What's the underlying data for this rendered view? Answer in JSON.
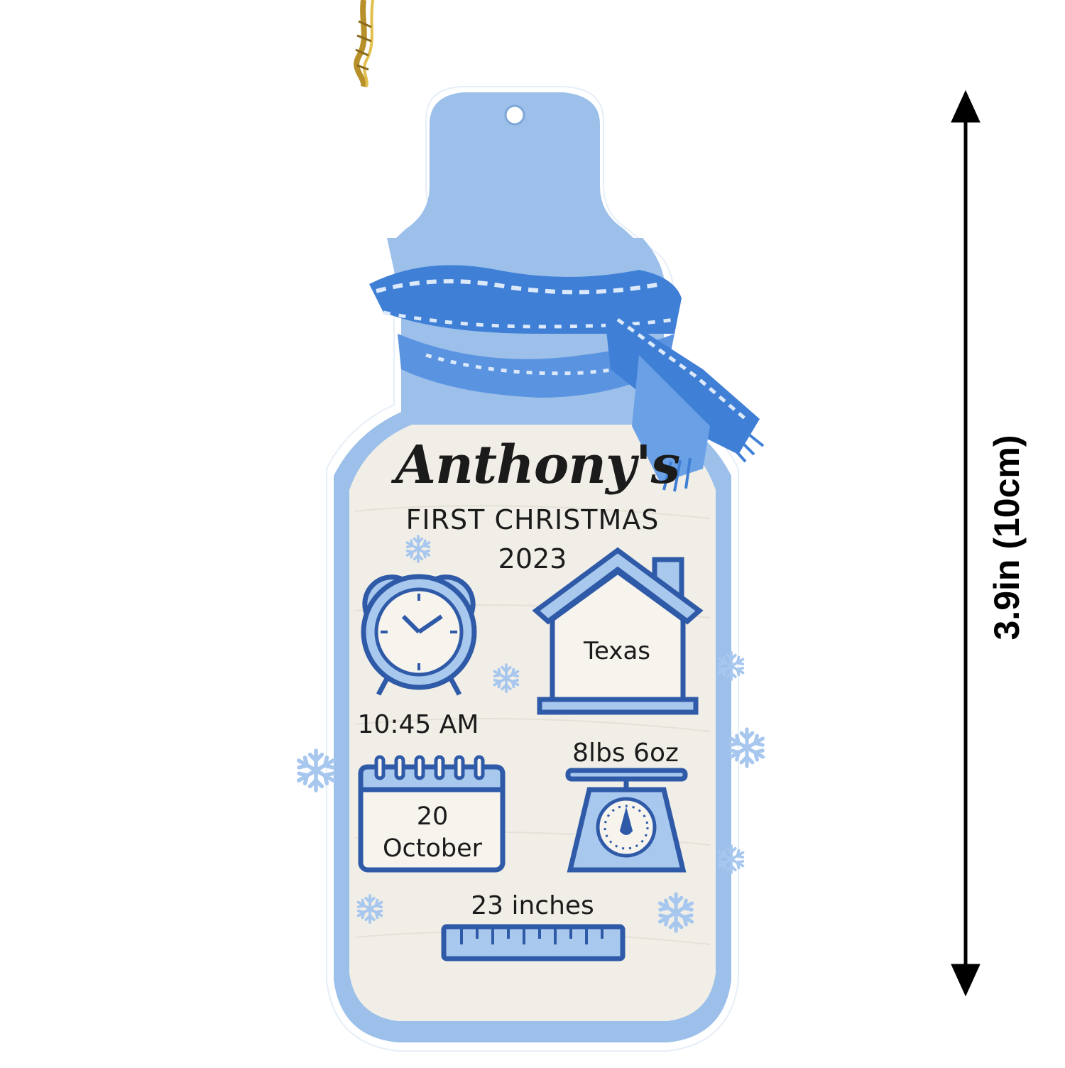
{
  "ornament": {
    "name": "Anthony's",
    "occasion": "FIRST CHRISTMAS",
    "year": "2023",
    "birth_time": "10:45 AM",
    "birth_place": "Texas",
    "weight": "8lbs 6oz",
    "birth_day": "20",
    "birth_month": "October",
    "length": "23 inches"
  },
  "dimension_label": "3.9in (10cm)",
  "colors": {
    "bottle_blue": "#9cc0ea",
    "icon_blue": "#2f5aa8",
    "icon_fill": "#a9c8ee",
    "panel": "#f1eee7",
    "snowflake": "#a7c7ee",
    "string_gold": "#c9a233"
  },
  "icons": [
    "gold-string-icon",
    "scarf-icon",
    "alarm-clock-icon",
    "house-icon",
    "calendar-icon",
    "scale-icon",
    "ruler-icon",
    "snowflake-icon",
    "double-arrow-icon"
  ]
}
